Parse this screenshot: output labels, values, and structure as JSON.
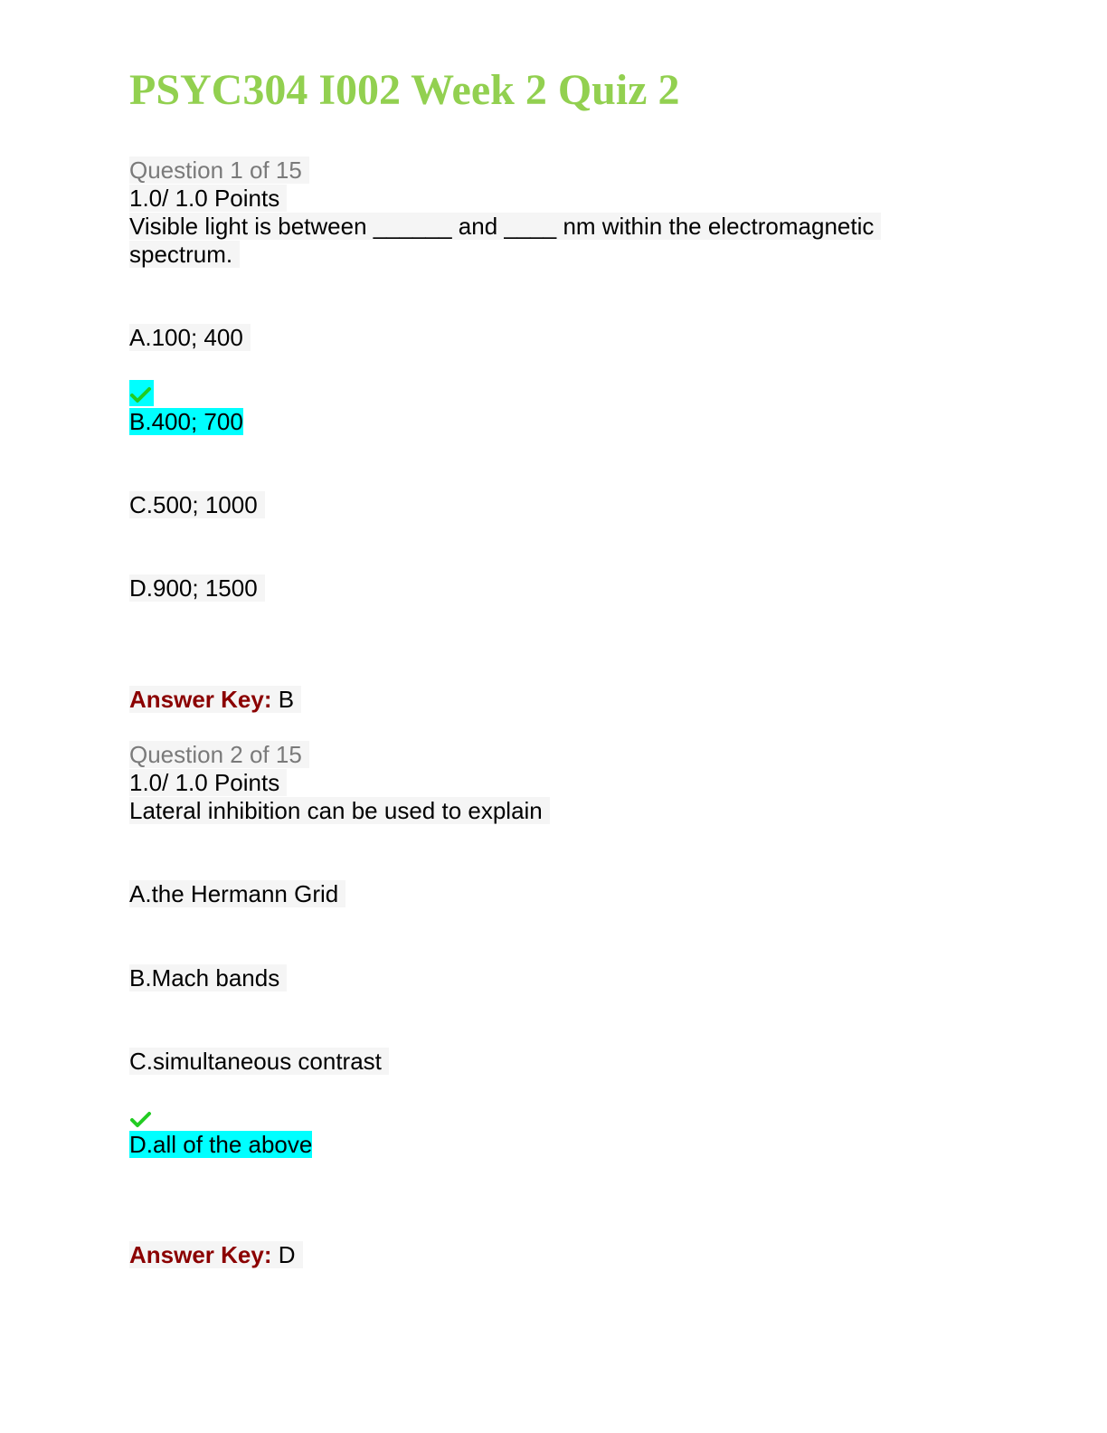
{
  "title": "PSYC304 I002 Week 2 Quiz 2",
  "colors": {
    "title": "#92d050",
    "answer_key_label": "#8b0000",
    "correct_highlight": "#00ffff",
    "check_mark": "#22cc22"
  },
  "questions": [
    {
      "number": "Question 1 of 15",
      "points": "1.0/ 1.0 Points",
      "prompt_line1": "Visible light is between ______ and ____ nm within the electromagnetic",
      "prompt_line2": "spectrum.",
      "options": [
        {
          "text": "A.100; 400",
          "correct": false
        },
        {
          "text": "B.400; 700",
          "correct": true
        },
        {
          "text": "C.500; 1000",
          "correct": false
        },
        {
          "text": "D.900; 1500",
          "correct": false
        }
      ],
      "answer_key_label": "Answer Key:",
      "answer_key_value": " B"
    },
    {
      "number": "Question 2 of 15",
      "points": "1.0/ 1.0 Points",
      "prompt_line1": "Lateral inhibition can be used to explain",
      "options": [
        {
          "text": "A.the Hermann Grid",
          "correct": false
        },
        {
          "text": "B.Mach bands",
          "correct": false
        },
        {
          "text": "C.simultaneous contrast",
          "correct": false
        },
        {
          "text": "D.all of the above",
          "correct": true
        }
      ],
      "answer_key_label": "Answer Key:",
      "answer_key_value": " D"
    }
  ]
}
